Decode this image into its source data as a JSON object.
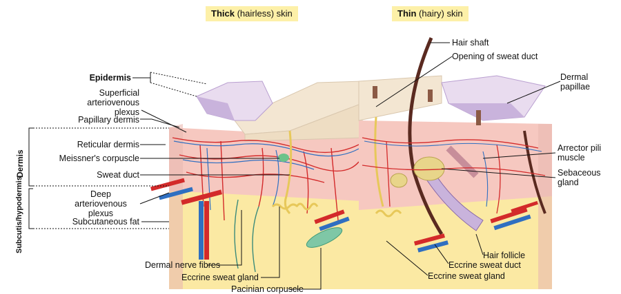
{
  "headers": {
    "thick_bold": "Thick",
    "thick_rest": " (hairless) skin",
    "thin_bold": "Thin",
    "thin_rest": " (hairy) skin"
  },
  "left_labels": {
    "epidermis": "Epidermis",
    "superficial_plexus": "Superficial\narteriovenous\nplexus",
    "papillary_dermis": "Papillary dermis",
    "reticular_dermis": "Reticular dermis",
    "meissner": "Meissner's corpuscle",
    "sweat_duct": "Sweat duct",
    "deep_plexus": "Deep\narteriovenous\nplexus",
    "subcutaneous_fat": "Subcutaneous fat"
  },
  "side_labels": {
    "dermis": "Dermis",
    "subcutis": "Subcutis/hypodermis"
  },
  "bottom_labels": {
    "dermal_nerve": "Dermal nerve fibres",
    "eccrine_gland_left": "Eccrine sweat gland",
    "pacinian": "Pacinian corpuscle"
  },
  "right_labels": {
    "hair_shaft": "Hair shaft",
    "opening_duct": "Opening of sweat duct",
    "dermal_papillae": "Dermal\npapillae",
    "arrector": "Arrector pili\nmuscle",
    "sebaceous": "Sebaceous\ngland",
    "hair_follicle": "Hair follicle",
    "eccrine_duct": "Eccrine sweat duct",
    "eccrine_gland_right": "Eccrine sweat gland"
  },
  "colors": {
    "epidermis": "#f3e6d2",
    "basal_layer": "#c9b3dc",
    "dermis": "#f6c8c0",
    "hypodermis": "#fbe9a3",
    "artery": "#d32a2a",
    "vein": "#2f6fc1",
    "hair": "#5a2a20",
    "header_bg": "#fdf0a8"
  }
}
